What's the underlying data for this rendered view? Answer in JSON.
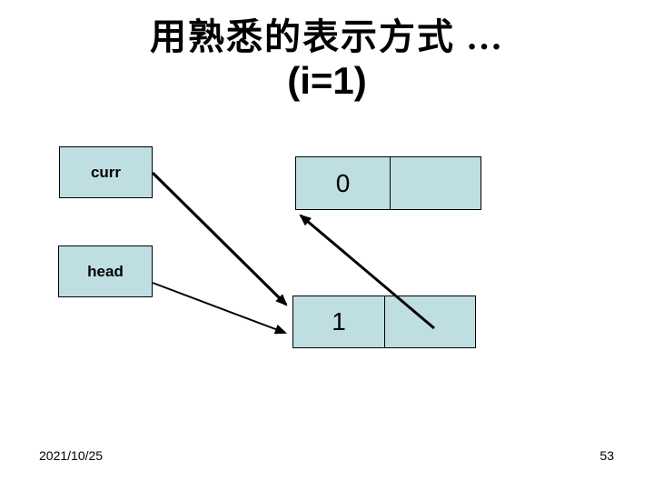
{
  "slide": {
    "title_line1": "用熟悉的表示方式 …",
    "title_line2": "(i=1)",
    "footer": {
      "date": "2021/10/25",
      "page_number": "53"
    }
  },
  "diagram": {
    "pointers": [
      {
        "label": "curr"
      },
      {
        "label": "head"
      }
    ],
    "nodes": [
      {
        "value": "0"
      },
      {
        "value": "1"
      }
    ],
    "arrows": [
      {
        "name": "curr-to-node1",
        "from": "curr",
        "to": "node-1"
      },
      {
        "name": "head-to-node1",
        "from": "head",
        "to": "node-1"
      },
      {
        "name": "node1-next-to-node0",
        "from": "node-1-next-cell",
        "to": "node-0"
      }
    ],
    "colors": {
      "box_fill": "#bfdee1",
      "box_border": "#000000",
      "arrow": "#000000",
      "background": "#ffffff",
      "text": "#000000"
    }
  }
}
